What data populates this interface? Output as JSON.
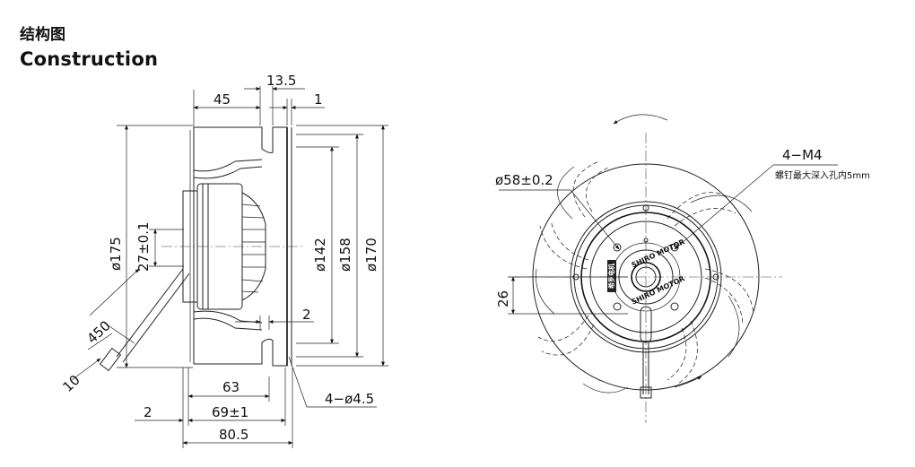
{
  "heading": {
    "title_cn": "结构图",
    "title_en": "Construction"
  },
  "side_view": {
    "dims": {
      "d13_5": "13.5",
      "d45": "45",
      "d1": "1",
      "d175": "ø175",
      "d27": "27±0.1",
      "d142": "ø142",
      "d158": "ø158",
      "d170": "ø170",
      "d450": "450",
      "d10": "10",
      "d2_inner": "2",
      "d63": "63",
      "d2_outer": "2",
      "d69": "69±1",
      "d80_5": "80.5",
      "holes": "4−ø4.5"
    }
  },
  "front_view": {
    "dims": {
      "d58": "ø58±0.2",
      "m4": "4−M4",
      "screw_note": "螺钉最大深入孔内5mm",
      "d26": "26"
    },
    "logo": {
      "top_text": "SHIRO MOTOR",
      "bottom_text": "SHIRO MOTOR",
      "badge_text": "希罗电机"
    },
    "icons": {
      "rotation_arrow": "rotation-arrow-icon",
      "airflow_arrow": "airflow-arrow-icon"
    }
  }
}
